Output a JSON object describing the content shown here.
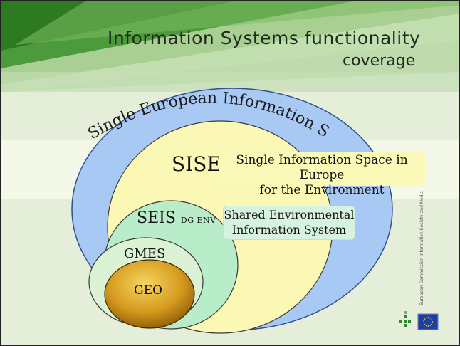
{
  "slide": {
    "title_line1": "Information  Systems  functionality",
    "title_line2": "coverage"
  },
  "diagram": {
    "outer_label": "Single European Information Space",
    "sise_label": "SISE",
    "sise_callout_line1": "Single Information Space in Europe",
    "sise_callout_line2": "for the Environment",
    "seis_label": "SEIS",
    "seis_sublabel": "DG ENV",
    "seis_callout_line1": "Shared Environmental",
    "seis_callout_line2": "Information System",
    "gmes_label": "GMES",
    "geo_label": "GEO"
  },
  "colors": {
    "outer": "#a9c9f5",
    "sise": "#fbf8b5",
    "seis": "#b9ecc9",
    "gmes": "#dbf3d4",
    "geo_light": "#f4cf55",
    "geo_dark": "#8a5600",
    "header_stripe": "#4d9a3c"
  },
  "footer": {
    "logo_text": "European Commission Information Society and Media"
  }
}
